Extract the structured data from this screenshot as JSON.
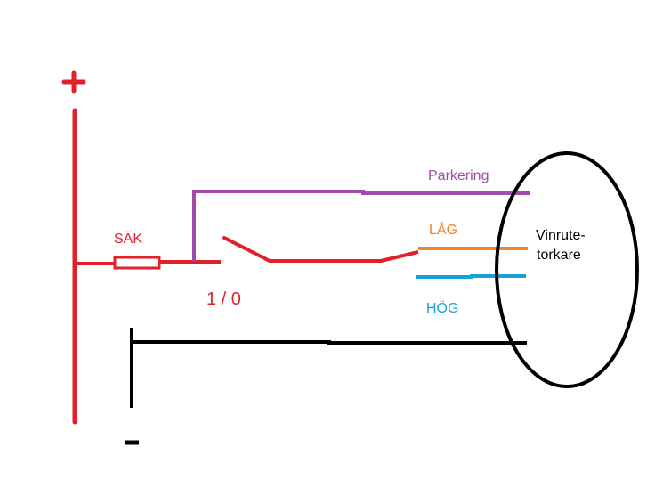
{
  "labels": {
    "plus": "+",
    "minus": "-",
    "fuse": "SÄK",
    "switch": "1 / 0",
    "parking": "Parkering",
    "low": "LÅG",
    "high": "HÖG",
    "motor_line1": "Vinrute-",
    "motor_line2": "torkare"
  },
  "colors": {
    "positive": "#e0202a",
    "negative": "#000000",
    "parking": "#a04ca8",
    "low": "#f0852a",
    "high": "#1aa0d8",
    "motor": "#000000"
  }
}
